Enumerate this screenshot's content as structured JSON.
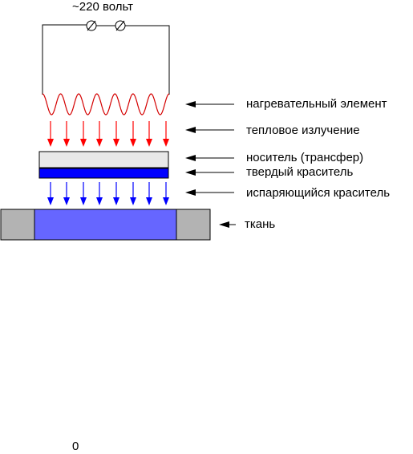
{
  "voltage": "~220 вольт",
  "labels": {
    "heater": "нагревательный элемент",
    "radiation": "тепловое излучение",
    "carrier": "носитель (трансфер)",
    "solid_dye": "твердый краситель",
    "vapor_dye": "испаряющийся краситель",
    "fabric": "ткань"
  },
  "footer": "0",
  "colors": {
    "wire": "#000000",
    "heater_coil": "#d40000",
    "heat_arrows": "#ff0000",
    "carrier_fill": "#e8e8e8",
    "solid_dye_fill": "#0000ff",
    "dye_arrows": "#0000ff",
    "fabric_center": "#6666ff",
    "fabric_edges": "#b3b3b3"
  }
}
